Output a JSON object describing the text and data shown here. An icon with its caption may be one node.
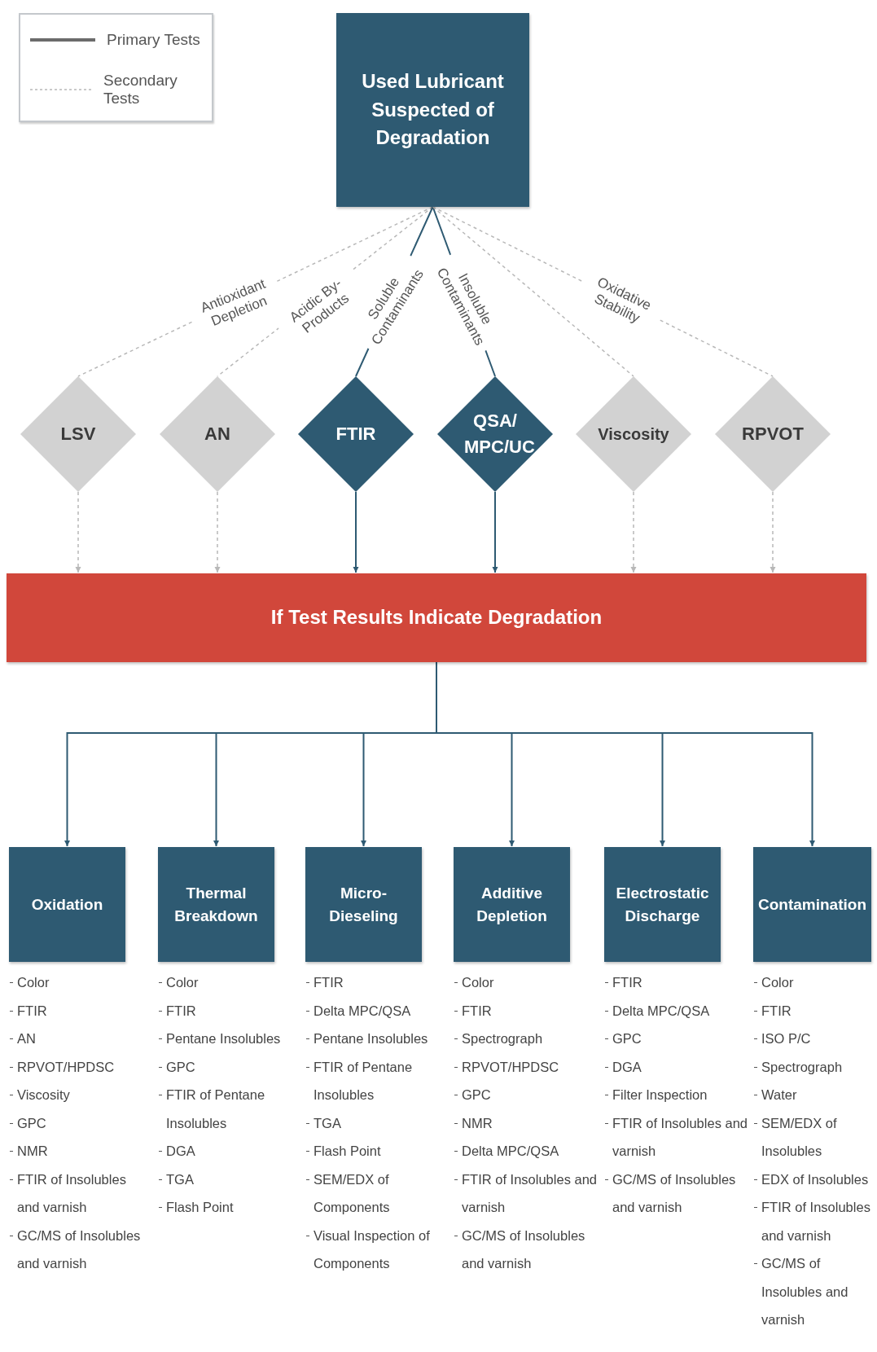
{
  "diagram": {
    "nodes": [
      {
        "text": [
          "Used Lubricant Suspected of Degradation"
        ]
      },
      {
        "text": [
          "LSV"
        ]
      },
      {
        "text": [
          "AN"
        ]
      },
      {
        "text": [
          "FTIR"
        ]
      },
      {
        "text": [
          "QSA/ MPC/UC"
        ]
      },
      {
        "text": [
          "Viscosity"
        ]
      },
      {
        "text": [
          "RPVOT"
        ]
      },
      {
        "text": [
          "If Test Results Indicate Degradation"
        ]
      },
      {
        "text": [
          "Oxidation"
        ],
        "beside": [
          "Color",
          "FTIR",
          "AN",
          "RPVOT/HPDSC",
          "Viscosity",
          "GPC",
          "NMR",
          "FTIR of Insolubles and varnish",
          "GC/MS of Insolubles and varnish"
        ]
      },
      {
        "text": [
          "Thermal Breakdown"
        ],
        "beside": [
          "Color",
          "FTIR",
          "Pentane Insolubles",
          "GPC",
          "FTIR of Pentane Insolubles",
          "DGA",
          "TGA",
          "Flash Point"
        ]
      },
      {
        "text": [
          "Micro-Dieseling"
        ],
        "beside": [
          "FTIR",
          "Delta MPC/QSA",
          "Pentane Insolubles",
          "FTIR of Pentane Insolubles",
          "TGA",
          "Flash Point",
          "SEM/EDX of Components",
          "Visual Inspection of Components"
        ]
      },
      {
        "text": [
          "Additive Depletion"
        ],
        "beside": [
          "Color",
          "FTIR",
          "Spectrograph",
          "RPVOT/HPDSC",
          "GPC",
          "NMR",
          "Delta MPC/QSA",
          "FTIR of Insolubles and varnish",
          "GC/MS of Insolubles and varnish"
        ]
      },
      {
        "text": [
          "Electrostatic Discharge"
        ],
        "beside": [
          "FTIR",
          "Delta MPC/QSA",
          "GPC",
          "DGA",
          "Filter Inspection",
          "FTIR of Insolubles and varnish",
          "GC/MS of Insolubles and varnish"
        ]
      },
      {
        "text": [
          "Contamination"
        ],
        "beside": [
          "Color",
          "FTIR",
          "ISO P/C",
          "Spectrograph",
          "Water",
          "SEM/EDX of Insolubles",
          "EDX of Insolubles",
          "FTIR of Insolubles and varnish",
          "GC/MS of Insolubles and varnish"
        ]
      }
    ],
    "edges": [
      {
        "from": 0,
        "to": 1,
        "arrow": "none",
        "label": "Antioxidant Depletion",
        "style": "dashed",
        "color": "#b8b8b8"
      },
      {
        "from": 0,
        "to": 2,
        "arrow": "none",
        "label": "Acidic By-Products",
        "style": "dashed",
        "color": "#b8b8b8"
      },
      {
        "from": 0,
        "to": 3,
        "arrow": "none",
        "label": "Soluble Contaminants"
      },
      {
        "from": 0,
        "to": 4,
        "arrow": "none",
        "label": "Insoluble Contaminants"
      },
      {
        "from": 0,
        "to": 5,
        "arrow": "none",
        "style": "dashed",
        "color": "#b8b8b8"
      },
      {
        "from": 0,
        "to": 6,
        "arrow": "none",
        "label": "Oxidative Stability",
        "style": "dashed",
        "color": "#b8b8b8"
      },
      {
        "from": 1,
        "to": 7,
        "arrow": "to",
        "style": "dashed",
        "color": "#b8b8b8"
      },
      {
        "from": 2,
        "to": 7,
        "arrow": "to",
        "style": "dashed",
        "color": "#b8b8b8"
      },
      {
        "from": 3,
        "to": 7,
        "arrow": "to"
      },
      {
        "from": 4,
        "to": 7,
        "arrow": "to"
      },
      {
        "from": 5,
        "to": 7,
        "arrow": "to",
        "style": "dashed",
        "color": "#b8b8b8"
      },
      {
        "from": 6,
        "to": 7,
        "arrow": "to",
        "style": "dashed",
        "color": "#b8b8b8"
      },
      {
        "from": 7,
        "to": 8,
        "arrow": "to"
      },
      {
        "from": 7,
        "to": 9,
        "arrow": "to"
      },
      {
        "from": 7,
        "to": 10,
        "arrow": "to"
      },
      {
        "from": 7,
        "to": 11,
        "arrow": "to"
      },
      {
        "from": 7,
        "to": 12,
        "arrow": "to"
      },
      {
        "from": 7,
        "to": 13,
        "arrow": "to"
      }
    ],
    "legend": [
      {
        "text": "Primary Tests"
      },
      {
        "text": "Secondary Tests"
      }
    ]
  }
}
